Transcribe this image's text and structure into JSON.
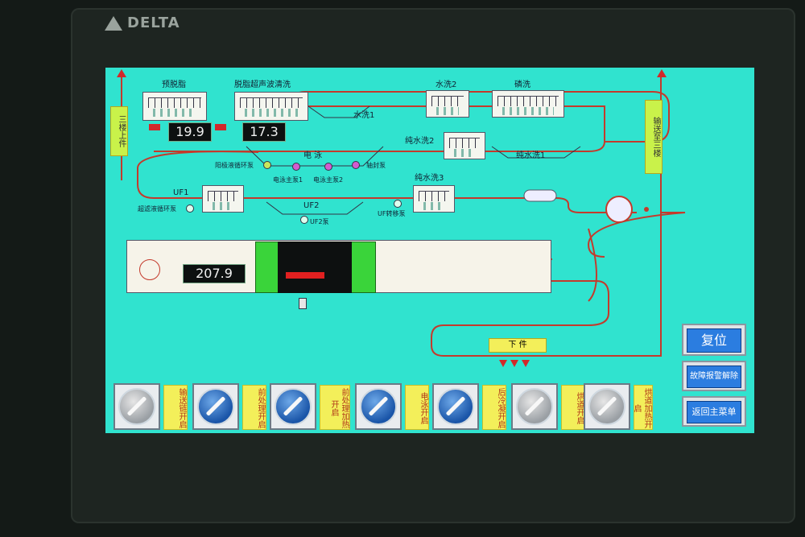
{
  "brand": "DELTA",
  "process": {
    "degreasing_pre": "预脱脂",
    "degreasing_ultrasonic": "脱脂超声波清洗",
    "water_wash1": "水洗1",
    "water_wash2": "水洗2",
    "phosphating": "磷洗",
    "pure_water_wash1": "纯水洗1",
    "pure_water_wash2": "纯水洗2",
    "pure_water_wash3": "纯水洗3",
    "electrophoresis": "电 泳",
    "uf1": "UF1",
    "uf2": "UF2",
    "anode_pump": "阳极液循环泵",
    "ep_main_pump1": "电泳主泵1",
    "ep_main_pump2": "电泳主泵2",
    "shaft_seal_pump": "轴封泵",
    "filter_pump": "超滤液循环泵",
    "uf2_pump": "UF2泵",
    "uf_transfer_pump": "UF转移泵",
    "left_tag": "三楼上件",
    "right_tag": "输送至三楼",
    "unload": "下 件"
  },
  "readings": {
    "temp1": "19.9",
    "temp2": "17.3",
    "oven": "207.9"
  },
  "switches": [
    {
      "label": "输送链开启",
      "state": "off"
    },
    {
      "label": "前处理开启",
      "state": "on"
    },
    {
      "label": "前处理加热开启",
      "state": "on"
    },
    {
      "label": "电泳开启",
      "state": "on"
    },
    {
      "label": "后冷凝开启",
      "state": "on"
    },
    {
      "label": "烘道开启",
      "state": "off"
    },
    {
      "label": "烘道加热开启",
      "state": "off"
    }
  ],
  "buttons": {
    "reset": "复位",
    "alarm_clear": "故障报警解除",
    "main_menu": "返回主菜单"
  }
}
